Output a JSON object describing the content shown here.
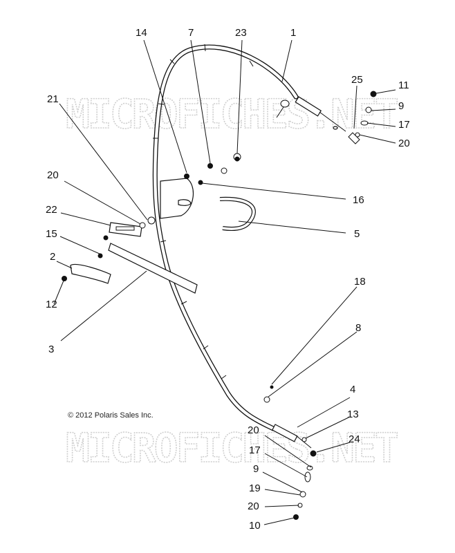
{
  "copyright": "© 2012 Polaris Sales Inc.",
  "watermark": "MICROFICHES.NET",
  "callouts": {
    "c1": "1",
    "c2": "2",
    "c3": "3",
    "c4": "4",
    "c5": "5",
    "c7": "7",
    "c8": "8",
    "c9a": "9",
    "c9b": "9",
    "c10": "10",
    "c11": "11",
    "c12": "12",
    "c13": "13",
    "c14": "14",
    "c15": "15",
    "c16": "16",
    "c17a": "17",
    "c17b": "17",
    "c18": "18",
    "c19": "19",
    "c20a": "20",
    "c20b": "20",
    "c20c": "20",
    "c20d": "20",
    "c21": "21",
    "c22": "22",
    "c23": "23",
    "c24": "24",
    "c25": "25"
  }
}
